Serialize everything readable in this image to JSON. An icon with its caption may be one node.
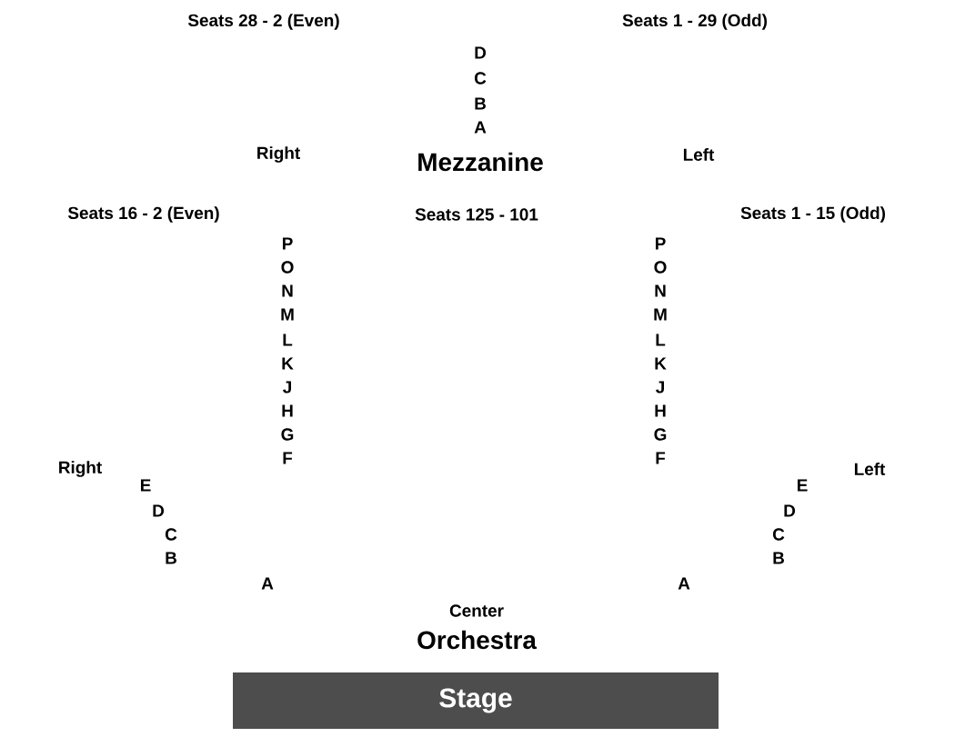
{
  "diagram": {
    "nodes": [
      {
        "text": [
          "Stage"
        ]
      }
    ],
    "labels": [
      "Seats 28 - 2 (Even)",
      "Seats 1 - 29 (Odd)",
      "D",
      "C",
      "B",
      "A",
      "Right",
      "Mezzanine",
      "Left",
      "Seats 16 - 2 (Even)",
      "Seats 125 - 101",
      "Seats 1 - 15 (Odd)",
      "P",
      "P",
      "O",
      "O",
      "N",
      "N",
      "M",
      "M",
      "L",
      "L",
      "K",
      "K",
      "J",
      "J",
      "H",
      "H",
      "G",
      "G",
      "F",
      "F",
      "Right",
      "Left",
      "E",
      "E",
      "D",
      "D",
      "C",
      "C",
      "B",
      "B",
      "A",
      "A",
      "Center",
      "Orchestra"
    ]
  }
}
